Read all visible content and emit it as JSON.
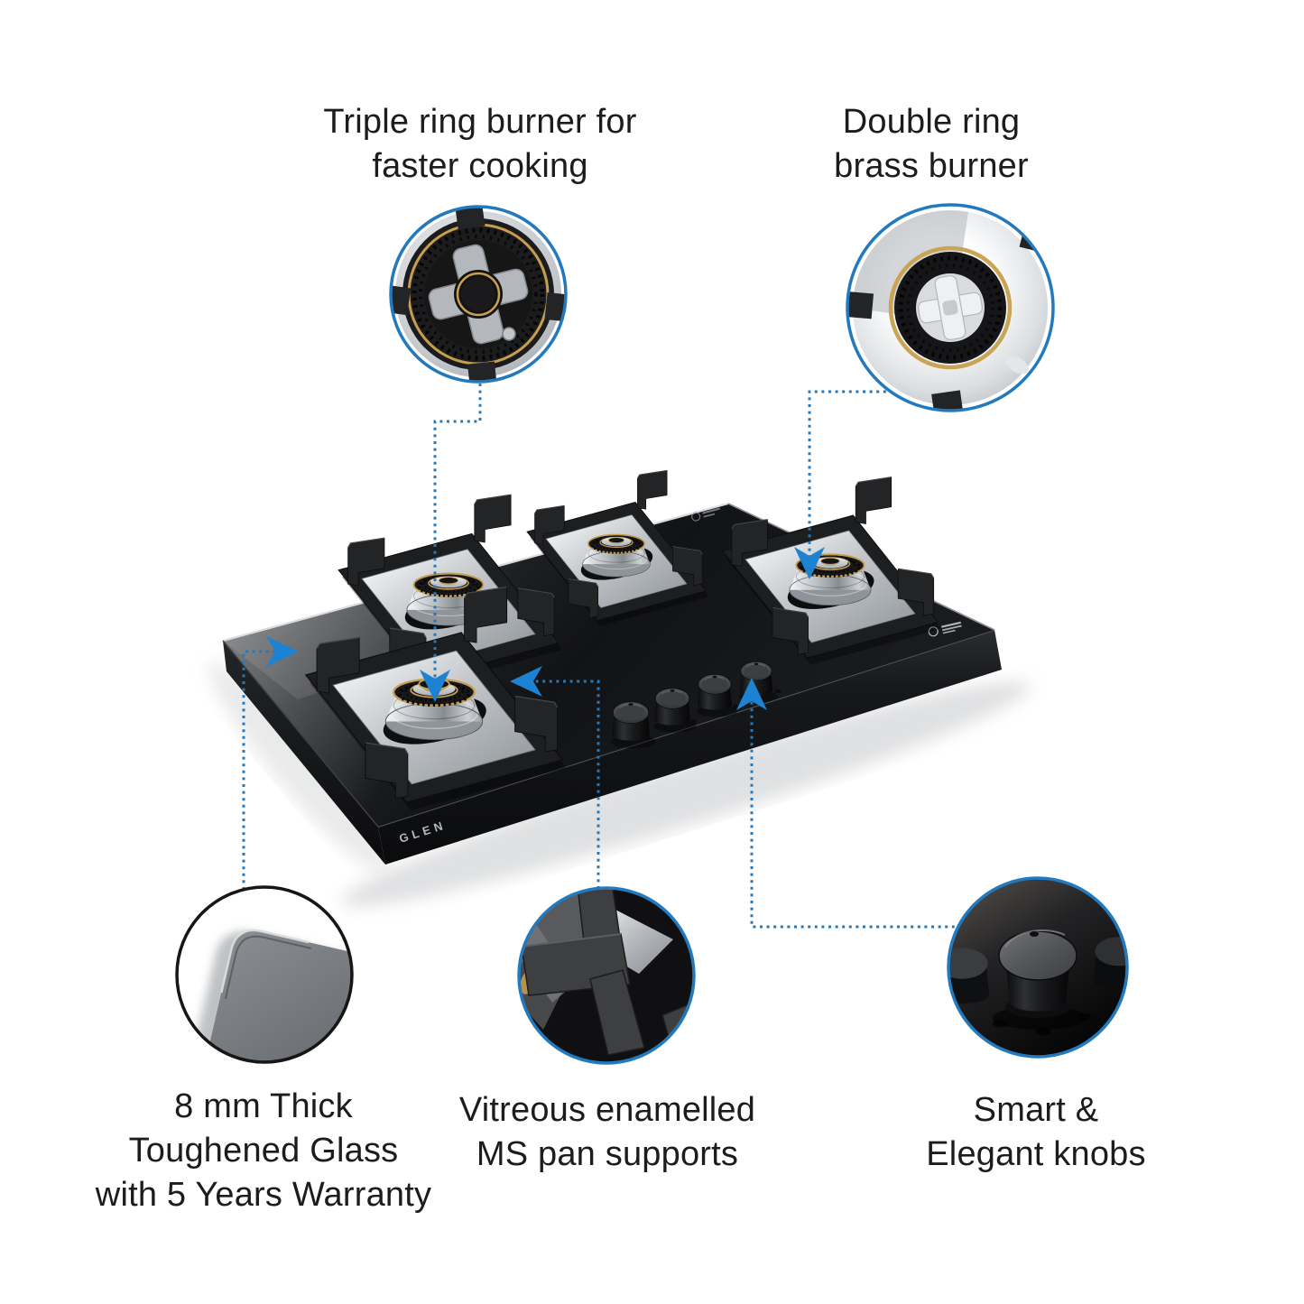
{
  "theme": {
    "accent_arrow_blue": "#1e82d2",
    "dotted_line_blue": "#2878b8",
    "callout_border_blue": "#2279bd",
    "callout_border_dark": "#161616",
    "text_color": "#1c1c1e",
    "brass_color": "#c59e51",
    "background": "#ffffff"
  },
  "callouts": {
    "triple_ring": {
      "lines": [
        "Triple ring burner for",
        "faster cooking"
      ]
    },
    "double_ring": {
      "lines": [
        "Double ring",
        "brass burner"
      ]
    },
    "glass": {
      "lines": [
        "8 mm Thick",
        "Toughened Glass",
        "with 5 Years Warranty"
      ]
    },
    "pan_supports": {
      "lines": [
        "Vitreous enamelled",
        "MS pan supports"
      ]
    },
    "knobs": {
      "lines": [
        "Smart &",
        "Elegant knobs"
      ]
    }
  },
  "product": {
    "brand": "GLEN",
    "type": "4 burner glass hob",
    "burner_count": 4,
    "knob_count": 4
  }
}
